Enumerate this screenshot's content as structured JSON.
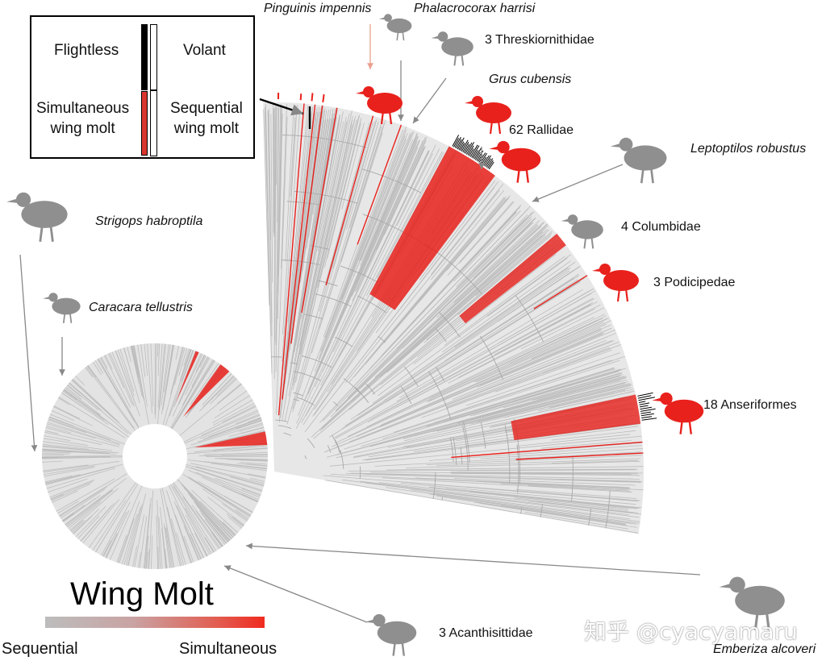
{
  "legend": {
    "flightless": "Flightless",
    "volant": "Volant",
    "simultaneous": "Simultaneous\nwing molt",
    "sequential": "Sequential\nwing molt"
  },
  "taxa": {
    "pinguinis": "Pinguinis impennis",
    "phalacrocorax": "Phalacrocorax harrisi",
    "threskiornithidae": "3 Threskiornithidae",
    "grus": "Grus cubensis",
    "rallidae": "62 Rallidae",
    "leptoptilos": "Leptoptilos robustus",
    "columbidae": "4 Columbidae",
    "podicipedae": "3 Podicipedae",
    "anseriformes": "18 Anseriformes",
    "strigops": "Strigops habroptila",
    "caracara": "Caracara tellustris",
    "acanthisittidae": "3 Acanthisittidae",
    "emberiza": "Emberiza alcoveri"
  },
  "scale": {
    "title": "Wing Molt",
    "low": "Sequential",
    "high": "Simultaneous"
  },
  "watermark": "知乎 @cyacyamaru",
  "colors": {
    "red": "#e8211c",
    "gray_branch": "#bdbdbd",
    "silhouette_gray": "#8f8f8f",
    "arrow": "#888888"
  }
}
